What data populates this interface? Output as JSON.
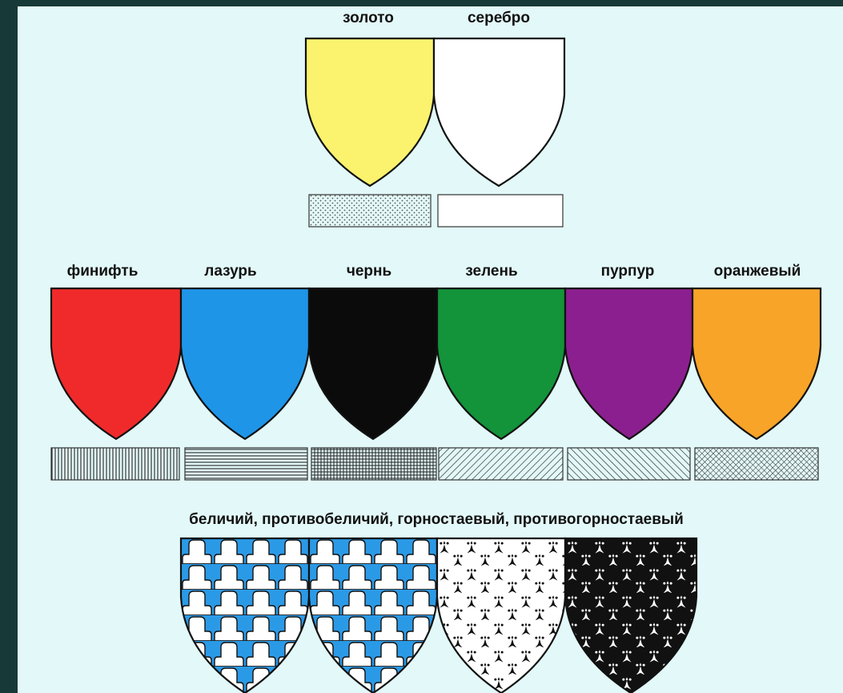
{
  "metals": [
    {
      "label": "золото",
      "color": "#fbf36e"
    },
    {
      "label": "серебро",
      "color": "#ffffff"
    }
  ],
  "colours": [
    {
      "label": "финифть",
      "color": "#f02a2a"
    },
    {
      "label": "лазурь",
      "color": "#1f95e8"
    },
    {
      "label": "чернь",
      "color": "#0b0b0b"
    },
    {
      "label": "зелень",
      "color": "#13933a"
    },
    {
      "label": "пурпур",
      "color": "#8c1f8f"
    },
    {
      "label": "оранжевый",
      "color": "#f7a428"
    }
  ],
  "furs_caption": "беличий, противобеличий, горностаевый, противогорностаевый",
  "furs": [
    {
      "name": "vair",
      "field": "#2b9ae6",
      "charge": "#ffffff"
    },
    {
      "name": "counter-vair",
      "field": "#2b9ae6",
      "charge": "#ffffff"
    },
    {
      "name": "ermine",
      "field": "#ffffff",
      "charge": "#111111"
    },
    {
      "name": "counter-ermine",
      "field": "#111111",
      "charge": "#ffffff"
    }
  ],
  "colors": {
    "frame": "#173a38",
    "panel": "#e3f8f8",
    "outline": "#111111"
  }
}
